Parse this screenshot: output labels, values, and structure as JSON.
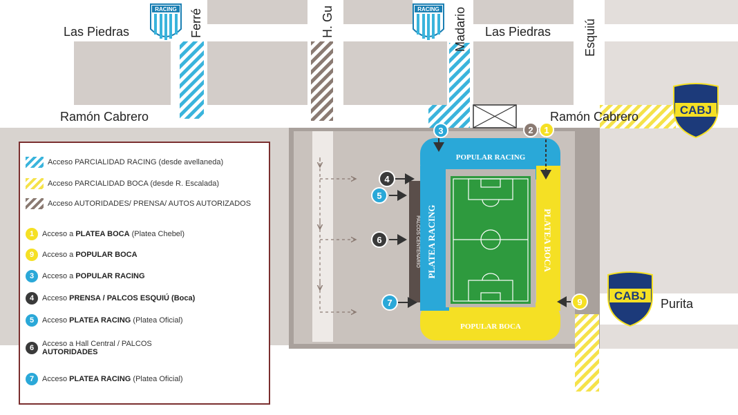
{
  "streets": {
    "las_piedras_left": "Las Piedras",
    "las_piedras_right": "Las Piedras",
    "ferre": "Ferré",
    "h_gu": "H. Gu",
    "madario": "Madario",
    "esquiu": "Esquiú",
    "ramon_cabrero_left": "Ramón Cabrero",
    "ramon_cabrero_right": "Ramón Cabrero",
    "purita": "Purita"
  },
  "logos": {
    "racing": "RACING",
    "cabj": "CABJ"
  },
  "stands": {
    "popular_racing": "POPULAR RACING",
    "popular_boca": "POPULAR BOCA",
    "platea_racing": "PLATEA RACING",
    "platea_boca": "PLATEA BOCA",
    "palcos_centenario": "PALCOS CENTENARIO"
  },
  "map_markers": [
    "1",
    "2",
    "3",
    "4",
    "5",
    "6",
    "7",
    "9"
  ],
  "legend": {
    "hatch_items": [
      {
        "text": "Acceso PARCIALIDAD RACING (desde avellaneda)",
        "color": "#3ab4dc"
      },
      {
        "text": "Acceso PARCIALIDAD BOCA (desde R. Escalada)",
        "color": "#f5e24a"
      },
      {
        "text": "Acceso AUTORIDADES/ PRENSA/ AUTOS AUTORIZADOS",
        "color": "#8a7a72"
      }
    ],
    "number_items": [
      {
        "num": "1",
        "color": "#f5e024",
        "prefix": "Acceso a ",
        "bold": "PLATEA BOCA",
        "suffix": " (Platea Chebel)"
      },
      {
        "num": "9",
        "color": "#f5e024",
        "prefix": "Acceso a ",
        "bold": "POPULAR BOCA",
        "suffix": ""
      },
      {
        "num": "3",
        "color": "#2aa8d8",
        "prefix": "Acceso a ",
        "bold": "POPULAR RACING",
        "suffix": ""
      },
      {
        "num": "4",
        "color": "#3a3a3a",
        "prefix": "Acceso ",
        "bold": "PRENSA / PALCOS ESQUIÚ (Boca)",
        "suffix": ""
      },
      {
        "num": "5",
        "color": "#2aa8d8",
        "prefix": "Acceso ",
        "bold": "PLATEA RACING",
        "suffix": " (Platea Oficial)"
      },
      {
        "num": "6",
        "color": "#3a3a3a",
        "prefix": "Acceso a Hall Central / PALCOS",
        "bold": "AUTORIDADES",
        "suffix": ""
      },
      {
        "num": "7",
        "color": "#2aa8d8",
        "prefix": "Acceso ",
        "bold": "PLATEA RACING",
        "suffix": " (Platea Oficial)"
      }
    ]
  },
  "colors": {
    "racing_blue": "#2aa8d8",
    "boca_yellow": "#f5e024",
    "boca_blue": "#1c3a7a",
    "pitch_green": "#2e9a3e",
    "block_gray": "#d3cdc9",
    "legend_border": "#7a2e2e"
  }
}
